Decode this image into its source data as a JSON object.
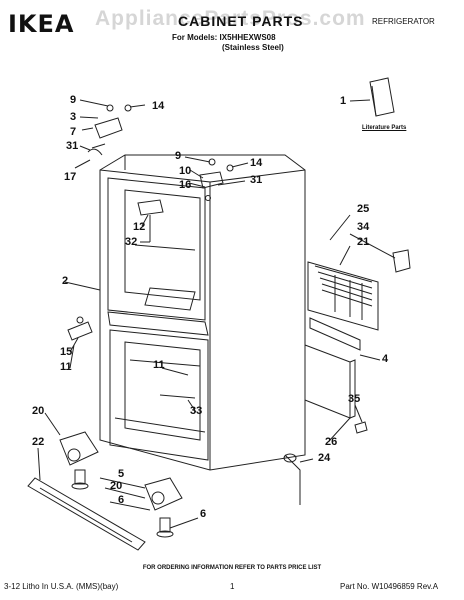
{
  "header": {
    "brand": "IKEA",
    "title": "CABINET PARTS",
    "models_line": "For Models: IX5HHEXWS08",
    "variant": "(Stainless Steel)",
    "category": "REFRIGERATOR",
    "watermark": "AppliancePartsPros.com"
  },
  "literature_label": "Literature Parts",
  "callouts": [
    "9",
    "14",
    "3",
    "7",
    "31",
    "17",
    "9",
    "14",
    "10",
    "16",
    "31",
    "12",
    "32",
    "1",
    "25",
    "34",
    "21",
    "2",
    "15",
    "11",
    "4",
    "11",
    "33",
    "20",
    "35",
    "22",
    "26",
    "5",
    "20",
    "24",
    "6",
    "6"
  ],
  "footer": {
    "order_note": "FOR ORDERING INFORMATION REFER TO PARTS PRICE LIST",
    "litho": "3-12 Litho In U.S.A. (MMS)(bay)",
    "page": "1",
    "part_no": "Part No. W10496859 Rev.A"
  }
}
